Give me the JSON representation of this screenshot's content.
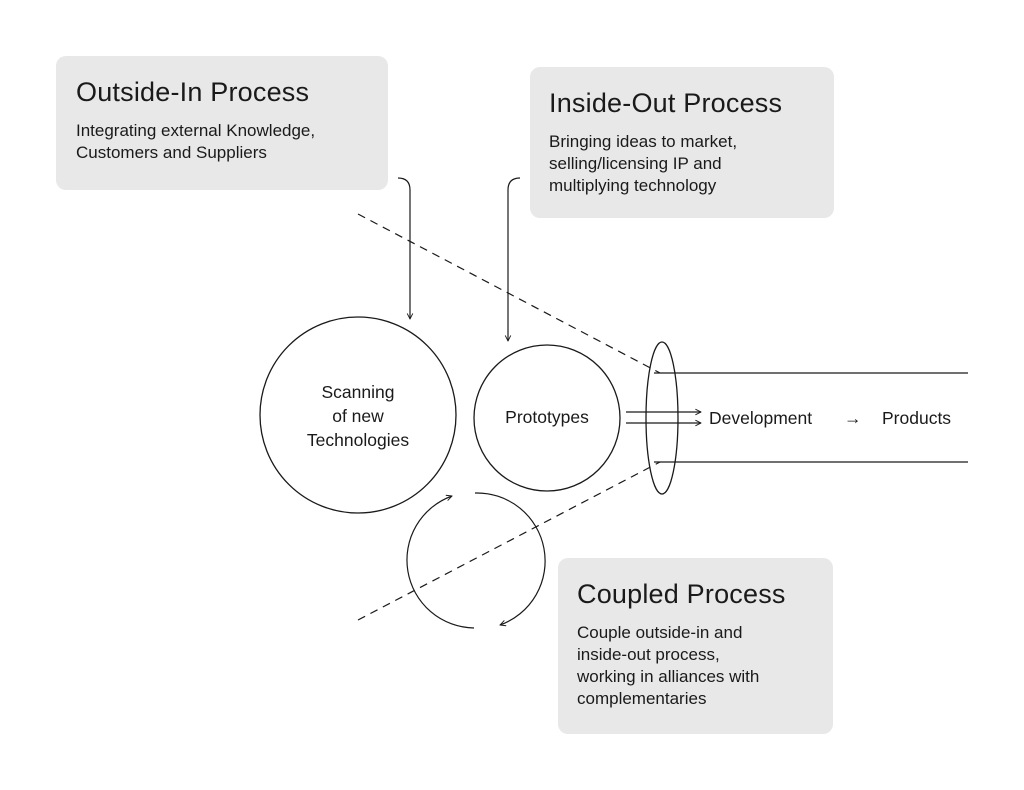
{
  "outside_in": {
    "title": "Outside-In Process",
    "description": "Integrating external Knowledge,\nCustomers and Suppliers"
  },
  "inside_out": {
    "title": "Inside-Out Process",
    "description": "Bringing ideas to market,\nselling/licensing IP and\nmultiplying technology"
  },
  "coupled": {
    "title": "Coupled Process",
    "description": "Couple outside-in and\ninside-out process,\nworking in alliances with\ncomplementaries"
  },
  "nodes": {
    "scanning_line1": "Scanning",
    "scanning_line2": "of new",
    "scanning_line3": "Technologies",
    "prototypes": "Prototypes",
    "development": "Development",
    "arrow": "→",
    "products": "Products"
  }
}
